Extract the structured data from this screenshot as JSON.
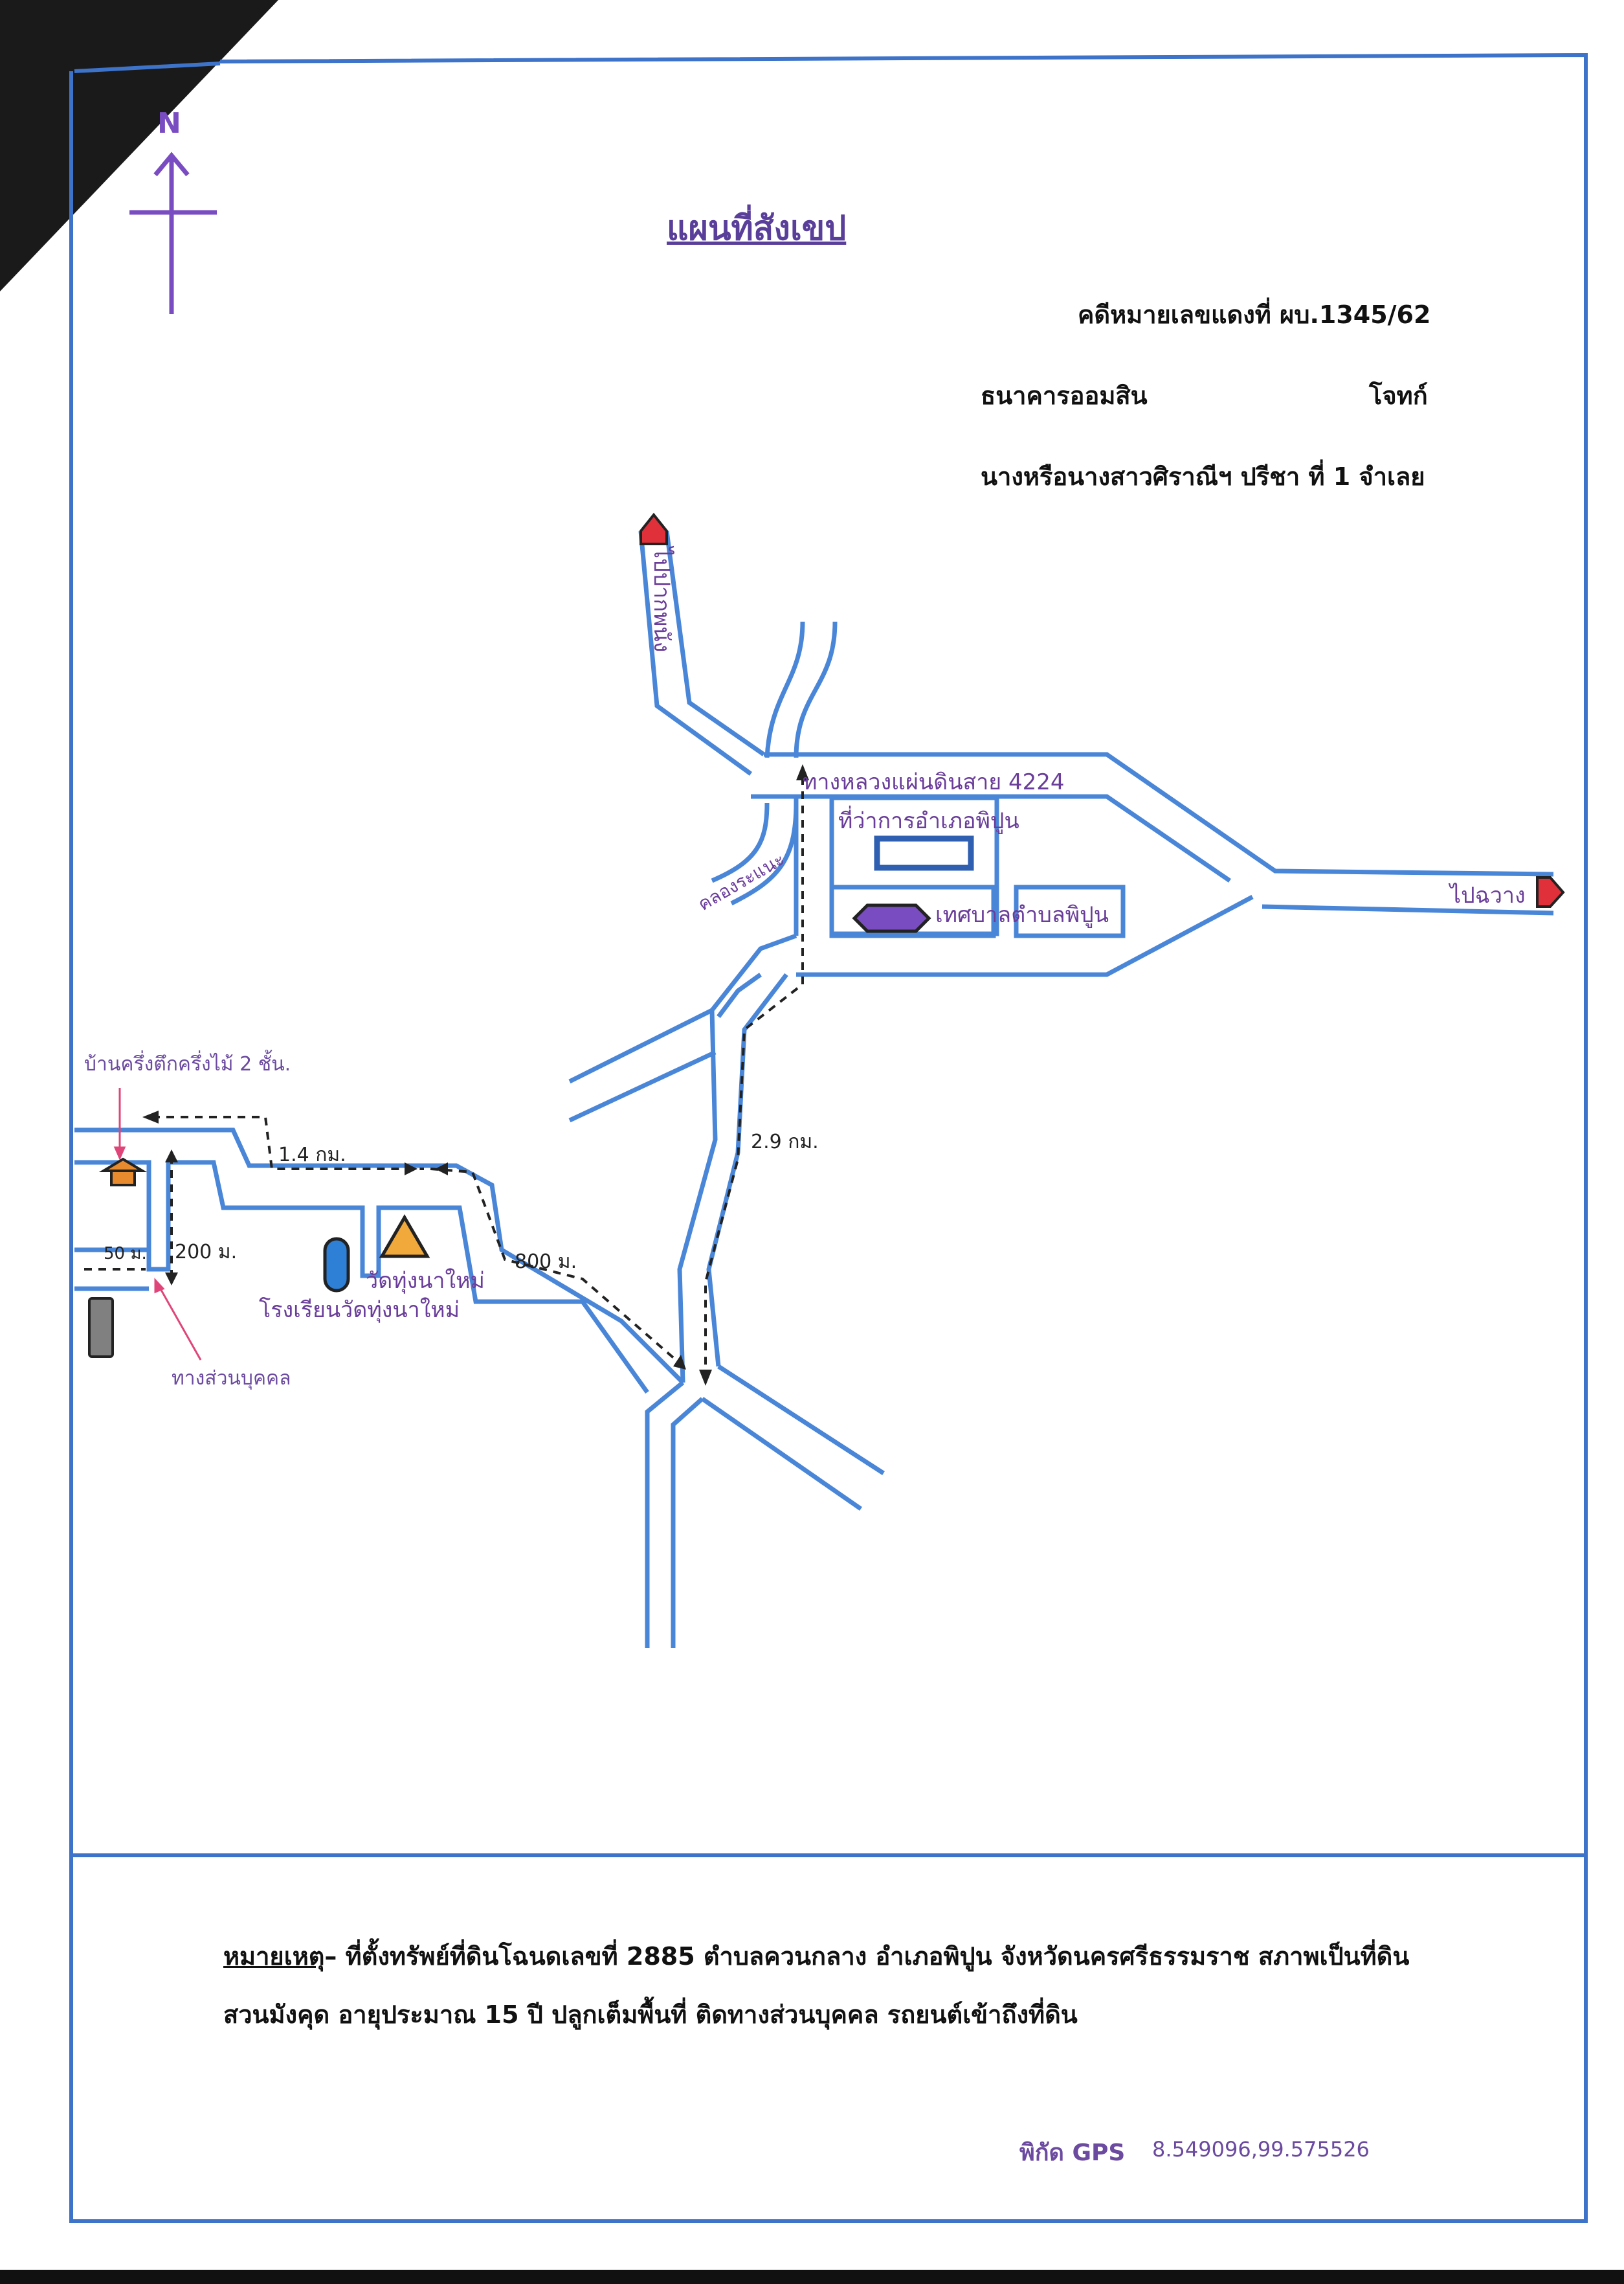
{
  "title": "แผนที่สังเขป",
  "compass": {
    "label": "N",
    "icon": "north-arrow-icon"
  },
  "case": {
    "case_number": "คดีหมายเลขแดงที่ ผบ.1345/62",
    "plaintiff_name": "ธนาคารออมสิน",
    "plaintiff_role": "โจทก์",
    "defendant": "นางหรือนางสาวศิราณีฯ ปรีชา ที่ 1 จำเลย"
  },
  "map": {
    "to_pakphanang": "ไปปากพนัง",
    "highway": "ทางหลวงแผ่นดินสาย 4224",
    "district_office": "ที่ว่าการอำเภอพิปูน",
    "municipality": "เทศบาลตำบลพิปูน",
    "canal": "คลองระแนะ",
    "to_chawang": "ไปฉวาง",
    "dist_29km": "2.9 กม.",
    "dist_14km": "1.4 กม.",
    "dist_800m": "800 ม.",
    "dist_200m": "200 ม.",
    "dist_50m": "50 ม.",
    "house": "บ้านครึ่งตึกครึ่งไม้ 2 ชั้น.",
    "temple": "วัดทุ่งนาใหม่",
    "school": "โรงเรียนวัดทุ่งนาใหม่",
    "private_road": "ทางส่วนบุคคล"
  },
  "remark": {
    "label": "หมายเหตุ",
    "line1": "– ที่ตั้งทรัพย์ที่ดินโฉนดเลขที่ 2885  ตำบลควนกลาง  อำเภอพิปูน  จังหวัดนครศรีธรรมราช  สภาพเป็นที่ดิน",
    "line2": "สวนมังคุด อายุประมาณ 15 ปี ปลูกเต็มพื้นที่ ติดทางส่วนบุคคล รถยนต์เข้าถึงที่ดิน"
  },
  "gps": {
    "label": "พิกัด GPS",
    "value": "8.549096,99.575526"
  },
  "colors": {
    "road": "#4a86d8",
    "border": "#3d73c9",
    "label": "#6a3d9a",
    "arrow": "#e0303a"
  }
}
